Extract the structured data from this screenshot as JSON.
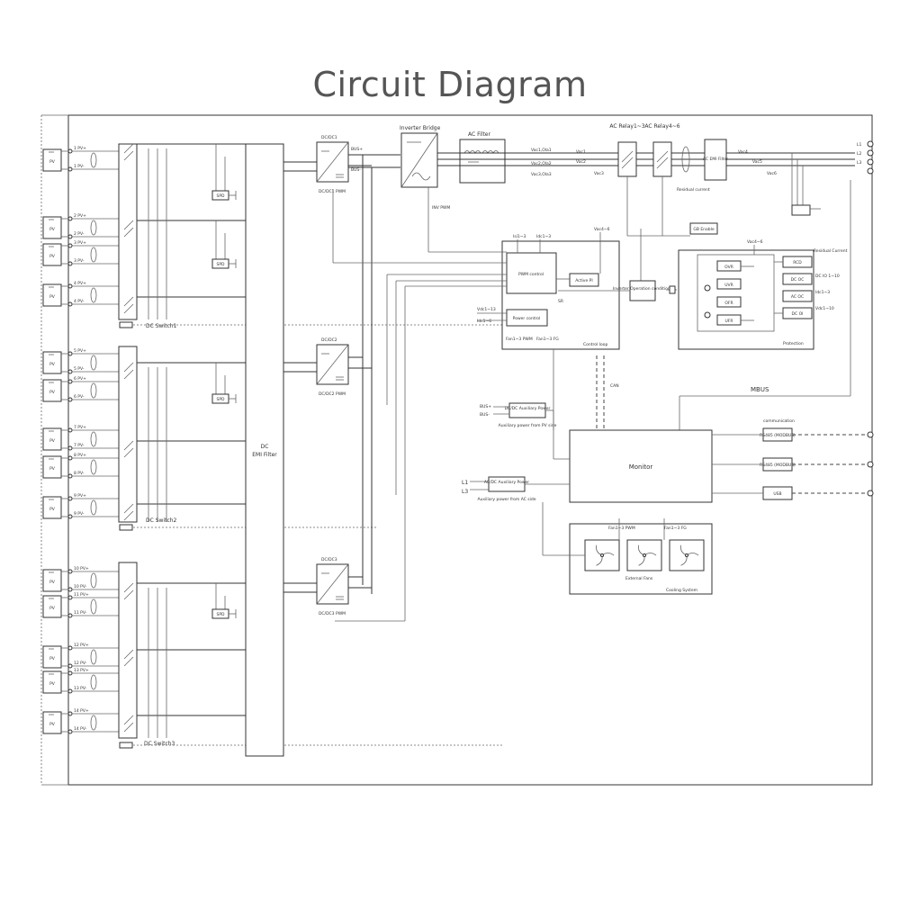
{
  "title": "Circuit Diagram",
  "pv_label": "PV",
  "pv_terminals": [
    "1 PV+",
    "1 PV-",
    "2 PV+",
    "2 PV-",
    "3 PV+",
    "3 PV-",
    "4 PV+",
    "4 PV-",
    "5 PV+",
    "5 PV-",
    "6 PV+",
    "6 PV-",
    "7 PV+",
    "7 PV-",
    "8 PV+",
    "8 PV-",
    "9 PV+",
    "9 PV-",
    "10 PV+",
    "10 PV-",
    "11 PV+",
    "11 PV-",
    "12 PV+",
    "12 PV-",
    "13 PV+",
    "13 PV-",
    "14 PV+",
    "14 PV-"
  ],
  "dc_switches": [
    "DC Switch1",
    "DC Switch2",
    "DC Switch3"
  ],
  "spd_label": "SPD",
  "emi_filter": {
    "line1": "DC",
    "line2": "EMI Filter"
  },
  "dcdc": [
    {
      "name": "DC/DC1",
      "pwm": "DC/DC1 PWM"
    },
    {
      "name": "DC/DC2",
      "pwm": "DC/DC2 PWM"
    },
    {
      "name": "DC/DC3",
      "pwm": "DC/DC3 PWM"
    }
  ],
  "bus": {
    "plus": "BUS+",
    "minus": "BUS-"
  },
  "inverter_bridge": "Inverter Bridge",
  "inv_pwm": "INV PWM",
  "ac_filter": "AC Filter",
  "relays": [
    "AC Relay1~3",
    "AC Relay4~6"
  ],
  "ac_emi_filter": "AC EMI Filter",
  "residual_current": "Residual current",
  "outputs": [
    "L1",
    "L2",
    "L3"
  ],
  "control_loop": {
    "pwm_control": "PWM control",
    "active_pi": "Active PI",
    "power_control": "Power control",
    "label": "Control loop",
    "fan_pwm": "Fan1~3 PWM",
    "fan_fg": "Fan1~3 FG",
    "vac": "Vac4~6",
    "vdc": "Vdc1~13",
    "idc": "Idc1~6",
    "sr": "SR",
    "isi": "Isi1~3",
    "idc2": "Idc1~3"
  },
  "gb_enable": "GB Enable",
  "inverter_operation": "Inverter Operation conditions",
  "protection": {
    "label": "Protection",
    "blocks": [
      "OVR",
      "UVR",
      "OFR",
      "UFR"
    ],
    "right_blocks": [
      "RCD",
      "DC OC",
      "AC OC",
      "DC OI"
    ],
    "residual": "Residual Current",
    "vac": "Vac4~6",
    "dcio": "DC IO 1~10",
    "dci": "Idc1~3",
    "vdci": "Vdc1~10"
  },
  "can": "CAN",
  "mbus": "MBUS",
  "monitor": "Monitor",
  "aux_dc": {
    "name": "DC/DC Auxiliary Power",
    "note": "Auxiliary power from PV side",
    "in1": "BUS+",
    "in2": "BUS-"
  },
  "aux_ac": {
    "name": "AC/DC Auxiliary Power",
    "note": "Auxiliary power from AC side",
    "in1": "L1",
    "in2": "L3"
  },
  "communication": {
    "label": "communication",
    "items": [
      "RS485 (MODBUS)",
      "RS485 (MODBUS)",
      "USB"
    ]
  },
  "cooling": {
    "label": "Cooling System",
    "fans": "External Fans",
    "pwm": "Fan1~3 PWM",
    "fg": "Fan1~3 FG"
  }
}
